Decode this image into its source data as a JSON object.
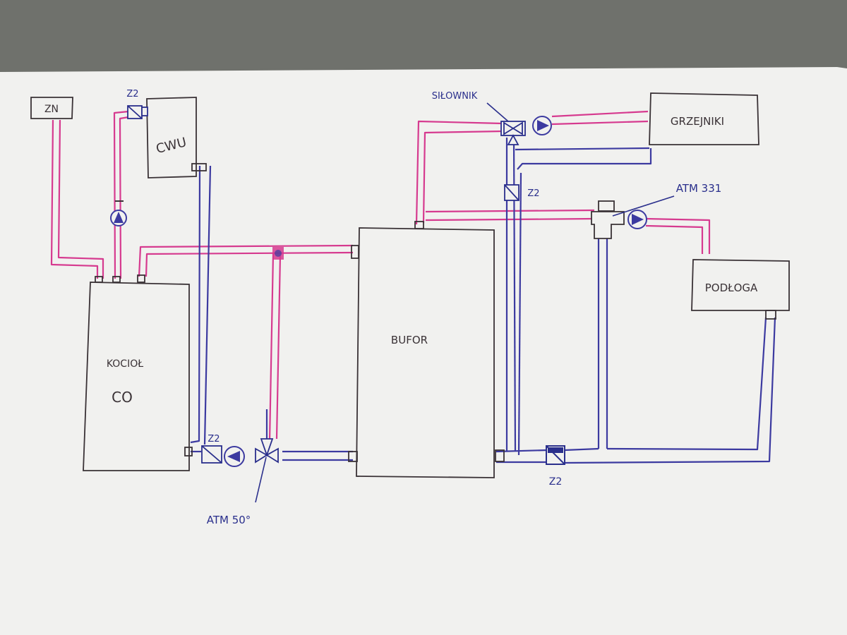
{
  "colors": {
    "background": "#6f716c",
    "paper": "#f1f1ef",
    "ink": "#3a3236",
    "hot_pipe": "#d63a8f",
    "cold_pipe": "#3c3aa0",
    "annotation": "#2a2f8c"
  },
  "labels": {
    "zn": "ZN",
    "cwu": "CWU",
    "boiler_line1": "KOCIOŁ",
    "boiler_line2": "CO",
    "buffer": "BUFOR",
    "radiators": "GRZEJNIKI",
    "floor": "PODŁOGA",
    "actuator": "SIŁOWNIK",
    "atm331": "ATM 331",
    "atm_boiler": "ATM 50°",
    "z2_cwu": "Z2",
    "z2_boiler": "Z2",
    "z2_radiators": "Z2",
    "z2_return": "Z2"
  },
  "icons": [
    "pump-icon",
    "check-valve-icon",
    "three-way-valve-icon",
    "mixing-valve-icon"
  ]
}
